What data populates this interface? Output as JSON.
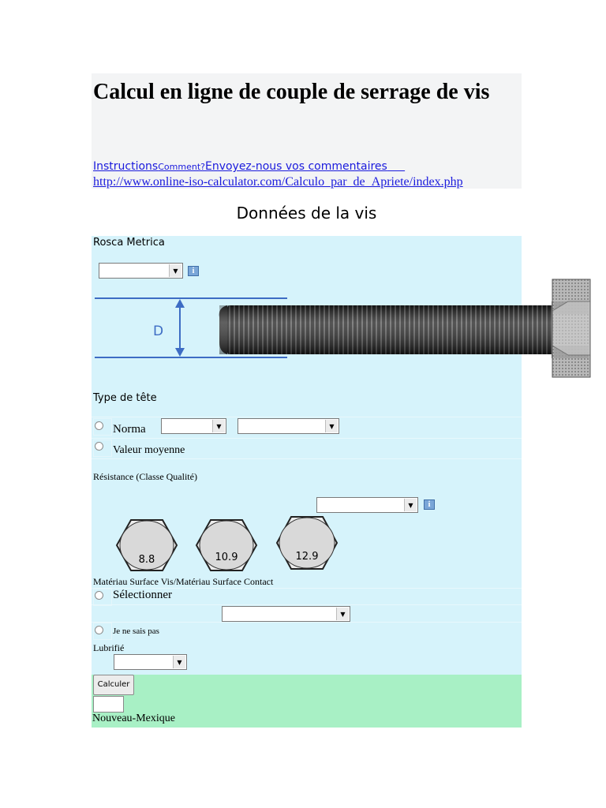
{
  "header": {
    "title": "Calcul en ligne de couple de serrage de vis",
    "link_instructions": "Instructions",
    "link_comment": "Comment?",
    "link_feedback": "Envoyez-nous vos commentaires",
    "url": "http://www.online-iso-calculator.com/Calculo_par_de_Apriete/index.php"
  },
  "section_title": "Données de la vis",
  "thread": {
    "label": "Rosca Metrica",
    "select_value": "",
    "info_icon": "info-icon",
    "diameter_label": "D"
  },
  "head_type": {
    "label": "Type de tête",
    "option_norma": "Norma",
    "option_mean": "Valeur moyenne",
    "select1_value": "",
    "select2_value": ""
  },
  "resistance": {
    "label": "Résistance (Classe Qualité)",
    "select_value": "",
    "grades": [
      "8.8",
      "10.9",
      "12.9"
    ]
  },
  "material": {
    "label": "Matériau Surface Vis/Matériau Surface Contact",
    "option_select": "Sélectionner",
    "option_unknown": "Je ne sais pas",
    "select_value": ""
  },
  "lubricated": {
    "label": "Lubrifié",
    "select_value": ""
  },
  "actions": {
    "calculate_label": "Calculer",
    "result_value": ""
  },
  "footer_text": "Nouveau-Mexique",
  "colors": {
    "panel_bg": "#d6f3fb",
    "result_bg": "#a8f0c5",
    "link": "#1a1add",
    "header_bg": "#f3f4f5"
  }
}
